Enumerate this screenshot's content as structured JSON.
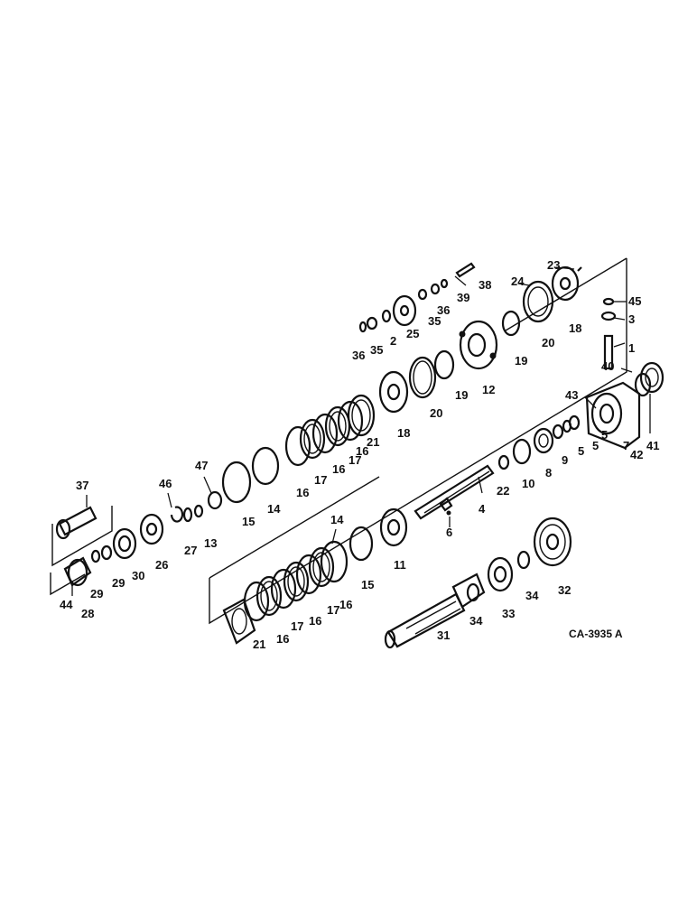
{
  "drawing_code": "CA-3935 A",
  "callouts": {
    "n1": "1",
    "n2": "2",
    "n3": "3",
    "n4": "4",
    "n5a": "5",
    "n5b": "5",
    "n5c": "5",
    "n6": "6",
    "n7": "7",
    "n8": "8",
    "n9": "9",
    "n10": "10",
    "n11": "11",
    "n12": "12",
    "n13": "13",
    "n14a": "14",
    "n14b": "14",
    "n15a": "15",
    "n15b": "15",
    "n16a": "16",
    "n16b": "16",
    "n16c": "16",
    "n16d": "16",
    "n16e": "16",
    "n16f": "16",
    "n17a": "17",
    "n17b": "17",
    "n17c": "17",
    "n17d": "17",
    "n18a": "18",
    "n18b": "18",
    "n19a": "19",
    "n19b": "19",
    "n20a": "20",
    "n20b": "20",
    "n21a": "21",
    "n21b": "21",
    "n22": "22",
    "n23": "23",
    "n24": "24",
    "n25": "25",
    "n26": "26",
    "n27": "27",
    "n28": "28",
    "n29": "29",
    "n30": "30",
    "n31": "31",
    "n32": "32",
    "n33": "33",
    "n34a": "34",
    "n34b": "34",
    "n35a": "35",
    "n35b": "35",
    "n36a": "36",
    "n36b": "36",
    "n37": "37",
    "n38": "38",
    "n39": "39",
    "n40": "40",
    "n41": "41",
    "n42": "42",
    "n43": "43",
    "n44": "44",
    "n45": "45",
    "n46": "46",
    "n47": "47"
  }
}
